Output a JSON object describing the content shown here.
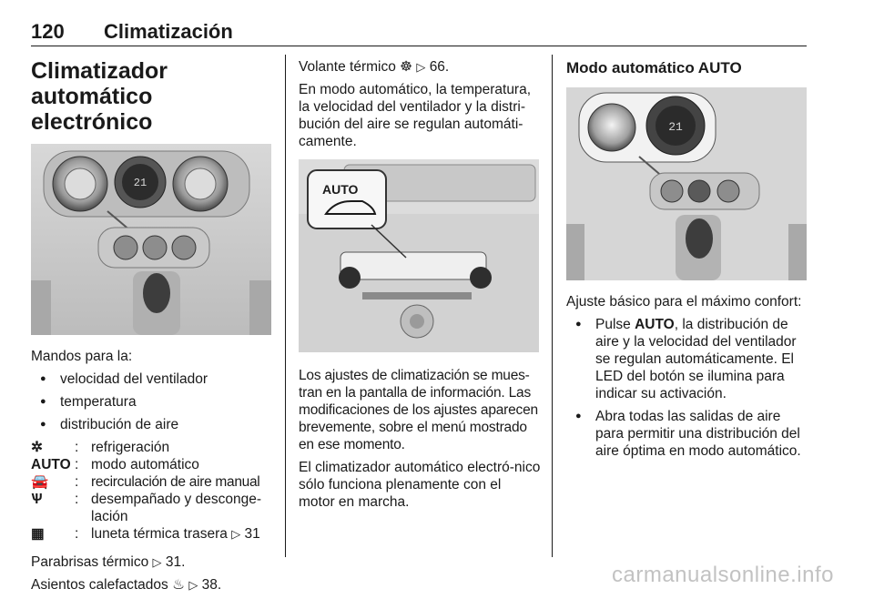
{
  "header": {
    "page_number": "120",
    "section": "Climatización"
  },
  "col1": {
    "heading": "Climatizador automático electrónico",
    "intro": "Mandos para la:",
    "bullets": [
      "velocidad del ventilador",
      "temperatura",
      "distribución de aire"
    ],
    "symbols": [
      {
        "symbol": "✲",
        "icon": "snowflake-icon",
        "desc": "refrigeración"
      },
      {
        "symbol": "AUTO",
        "icon": "auto-text",
        "desc": "modo automático"
      },
      {
        "symbol": "🚘",
        "icon": "car-recirculation-icon",
        "desc": "recirculación de aire manual"
      },
      {
        "symbol": "Ѱ",
        "icon": "windscreen-defrost-icon",
        "desc": "desempañado y desconge-lación"
      },
      {
        "symbol": "▦",
        "icon": "rear-window-heat-icon",
        "desc": "luneta térmica trasera",
        "ref": "31"
      }
    ],
    "para1": "Parabrisas térmico",
    "para1_ref": "31.",
    "para2": "Asientos calefactados",
    "para2_ref": "38."
  },
  "col2": {
    "p1_text": "Volante térmico",
    "p1_ref": "66.",
    "p2": "En modo automático, la temperatura, la velocidad del ventilador y la distri-bución del aire se regulan automáti-camente.",
    "figure_label": "AUTO",
    "p3": "Los ajustes de climatización se mues-tran en la pantalla de información. Las modificaciones de los ajustes aparecen brevemente, sobre el menú mostrado en ese momento.",
    "p4": "El climatizador automático electró-nico sólo funciona plenamente con el motor en marcha."
  },
  "col3": {
    "heading": "Modo automático AUTO",
    "intro": "Ajuste básico para el máximo confort:",
    "bullet1_prefix": "Pulse",
    "bullet1_bold": "AUTO",
    "bullet1_rest": ", la distribución de aire y la velocidad del ventilador se regulan automáticamente. El LED del botón se ilumina para indicar su activación.",
    "bullet2": "Abra todas las salidas de aire para permitir una distribución del aire óptima en modo automático."
  },
  "display_values": {
    "temp": "21"
  },
  "watermark": "carmanualsonline.info",
  "colors": {
    "text": "#1a1a1a",
    "figure_bg": "#e9e9e9",
    "watermark": "#c2c2c2"
  }
}
